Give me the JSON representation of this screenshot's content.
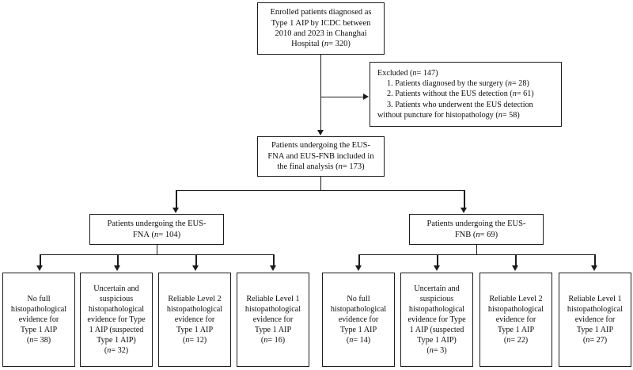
{
  "figure": {
    "type": "patient-flow-diagram",
    "title": "",
    "line_color": "#1c1c1c",
    "box_fill": "#ffffff"
  },
  "nodes": {
    "enrolled": {
      "id": "enrolled",
      "lines": [
        "Enrolled patients diagnosed as",
        "Type 1 AIP by ICDC between",
        "2010 and 2023 in Changhai",
        "Hospital (n= 320)"
      ],
      "n_label": "n= 320",
      "n": 320
    },
    "excluded": {
      "id": "excluded",
      "heading": "Excluded (n= 147)",
      "n": 147,
      "items": [
        {
          "number": "1.",
          "text": "Patients diagnosed by the surgery (n= 28)",
          "n": 28
        },
        {
          "number": "2.",
          "text": "Patients without the EUS detection (n= 61)",
          "n": 61
        },
        {
          "number": "3.",
          "text": "Patients who underwent the EUS detection",
          "text_cont": "without puncture for histopathology (n= 58)",
          "n": 58
        }
      ]
    },
    "included": {
      "id": "included",
      "lines": [
        "Patients undergoing the EUS-",
        "FNA and EUS-FNB included in",
        "the final analysis (n= 173)"
      ],
      "n_label": "n= 173",
      "n": 173
    },
    "fna": {
      "id": "fna",
      "lines": [
        "Patients undergoing the EUS-",
        "FNA (n= 104)"
      ],
      "n_label": "n= 104",
      "n": 104
    },
    "fnb": {
      "id": "fnb",
      "lines": [
        "Patients undergoing the EUS-",
        "FNB (n= 69)"
      ],
      "n_label": "n= 69",
      "n": 69
    }
  },
  "leaves": {
    "fna_children": [
      {
        "id": "fna-no-full",
        "lines": [
          "No full",
          "histopathological",
          "evidence for",
          "Type 1 AIP",
          "(n= 38)"
        ],
        "n": 38
      },
      {
        "id": "fna-uncertain",
        "lines": [
          "Uncertain and",
          "suspicious",
          "histopathological",
          "evidence for Type",
          "1 AIP (suspected",
          "Type 1 AIP)",
          "(n= 32)"
        ],
        "n": 32
      },
      {
        "id": "fna-level2",
        "lines": [
          "Reliable Level 2",
          "histopathological",
          "evidence for",
          "Type 1 AIP",
          "(n= 12)"
        ],
        "n": 12
      },
      {
        "id": "fna-level1",
        "lines": [
          "Reliable Level 1",
          "histopathological",
          "evidence for",
          "Type 1 AIP",
          "(n= 16)"
        ],
        "n": 16
      }
    ],
    "fnb_children": [
      {
        "id": "fnb-no-full",
        "lines": [
          "No full",
          "histopathological",
          "evidence for",
          "Type 1 AIP",
          "(n= 14)"
        ],
        "n": 14
      },
      {
        "id": "fnb-uncertain",
        "lines": [
          "Uncertain and",
          "suspicious",
          "histopathological",
          "evidence for Type",
          "1 AIP (suspected",
          "Type 1 AIP)",
          "(n= 3)"
        ],
        "n": 3
      },
      {
        "id": "fnb-level2",
        "lines": [
          "Reliable Level 2",
          "histopathological",
          "evidence for",
          "Type 1 AIP",
          "(n= 22)"
        ],
        "n": 22
      },
      {
        "id": "fnb-level1",
        "lines": [
          "Reliable Level 1",
          "histopathological",
          "evidence for",
          "Type 1 AIP",
          "(n= 27)"
        ],
        "n": 27
      }
    ]
  }
}
